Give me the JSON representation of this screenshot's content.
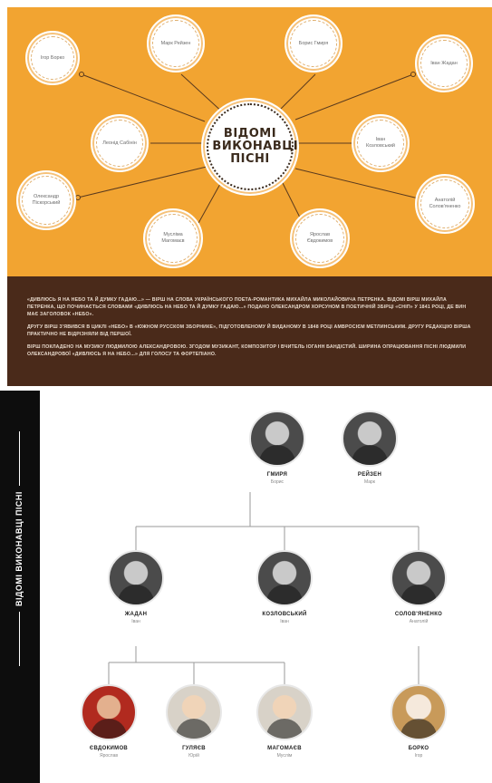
{
  "mindmap": {
    "center_title": "ВІДОМІ ВИКОНАВЦІ ПІСНІ",
    "nodes": [
      "Ігор Борко",
      "Марк Рейзен",
      "Борис Гмиря",
      "Іван Жадан",
      "Леонід Сабінін",
      "Іван Козловський",
      "Олександр Піскорський",
      "Мусліма Магомаєв",
      "Ярослав Євдокимов",
      "Анатолій Солов'яненко"
    ]
  },
  "textband": {
    "paragraphs": [
      "«Дивлюсь я на небо та й думку гадаю...» — вірш на слова українського поета-романтика Михайла Миколайовича Петренка. Відомі вірш Михайла Петренка, що починається словами «Дивлюсь на небо та й думку гадаю...» подано Олександром Хорсуном в поетичній збірці «Сніп» у 1841 році, де вин має заголовок «Небо».",
      "Другу вірш з'явився в циклі «Небо» в «Южном русском зборнике», підготовленому й виданому в 1848 році Амвросієм Метлинським. Другу редакцію вірша практично не відрізняли від першої.",
      "Вірш покладено на музику Людмилою Александровою. Згодом музикант, композитор і вчитель Іоганн Бандістий. Ширина опрацювання пісні Людмили Олександрової «Дивлюсь я на небо...» для голосу та фортепіано."
    ]
  },
  "sideband": {
    "title": "ВІДОМІ ВИКОНАВЦІ ПІСНІ"
  },
  "tree": {
    "row1": [
      {
        "surname": "ГМИРЯ",
        "first": "Борис"
      },
      {
        "surname": "РЕЙЗЕН",
        "first": "Марк"
      }
    ],
    "row2": [
      {
        "surname": "ЖАДАН",
        "first": "Іван"
      },
      {
        "surname": "КОЗЛОВСЬКИЙ",
        "first": "Іван"
      },
      {
        "surname": "СОЛОВ'ЯНЕНКО",
        "first": "Анатолій"
      }
    ],
    "row3": [
      {
        "surname": "ЄВДОКИМОВ",
        "first": "Ярослав"
      },
      {
        "surname": "ГУЛЯЄВ",
        "first": "Юрій"
      },
      {
        "surname": "МАГОМАЄВ",
        "first": "Муслім"
      },
      {
        "surname": "БОРКО",
        "first": "Ігор"
      }
    ]
  }
}
